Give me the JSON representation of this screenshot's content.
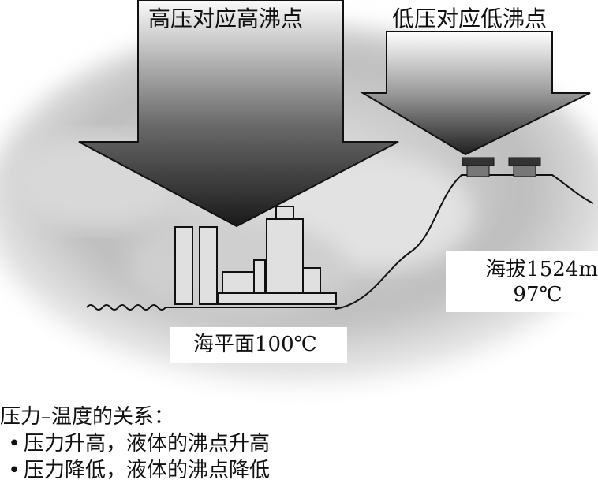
{
  "titles": {
    "left": "高压对应高沸点",
    "right": "低压对应低沸点"
  },
  "labels": {
    "sea_level": "海平面100℃",
    "altitude": "海拔1524m",
    "altitude_temp": "97℃"
  },
  "notes": {
    "heading": "压力–温度的关系：",
    "bullet": "•",
    "items": [
      "压力升高，液体的沸点升高",
      "压力降低，液体的沸点降低"
    ]
  }
}
